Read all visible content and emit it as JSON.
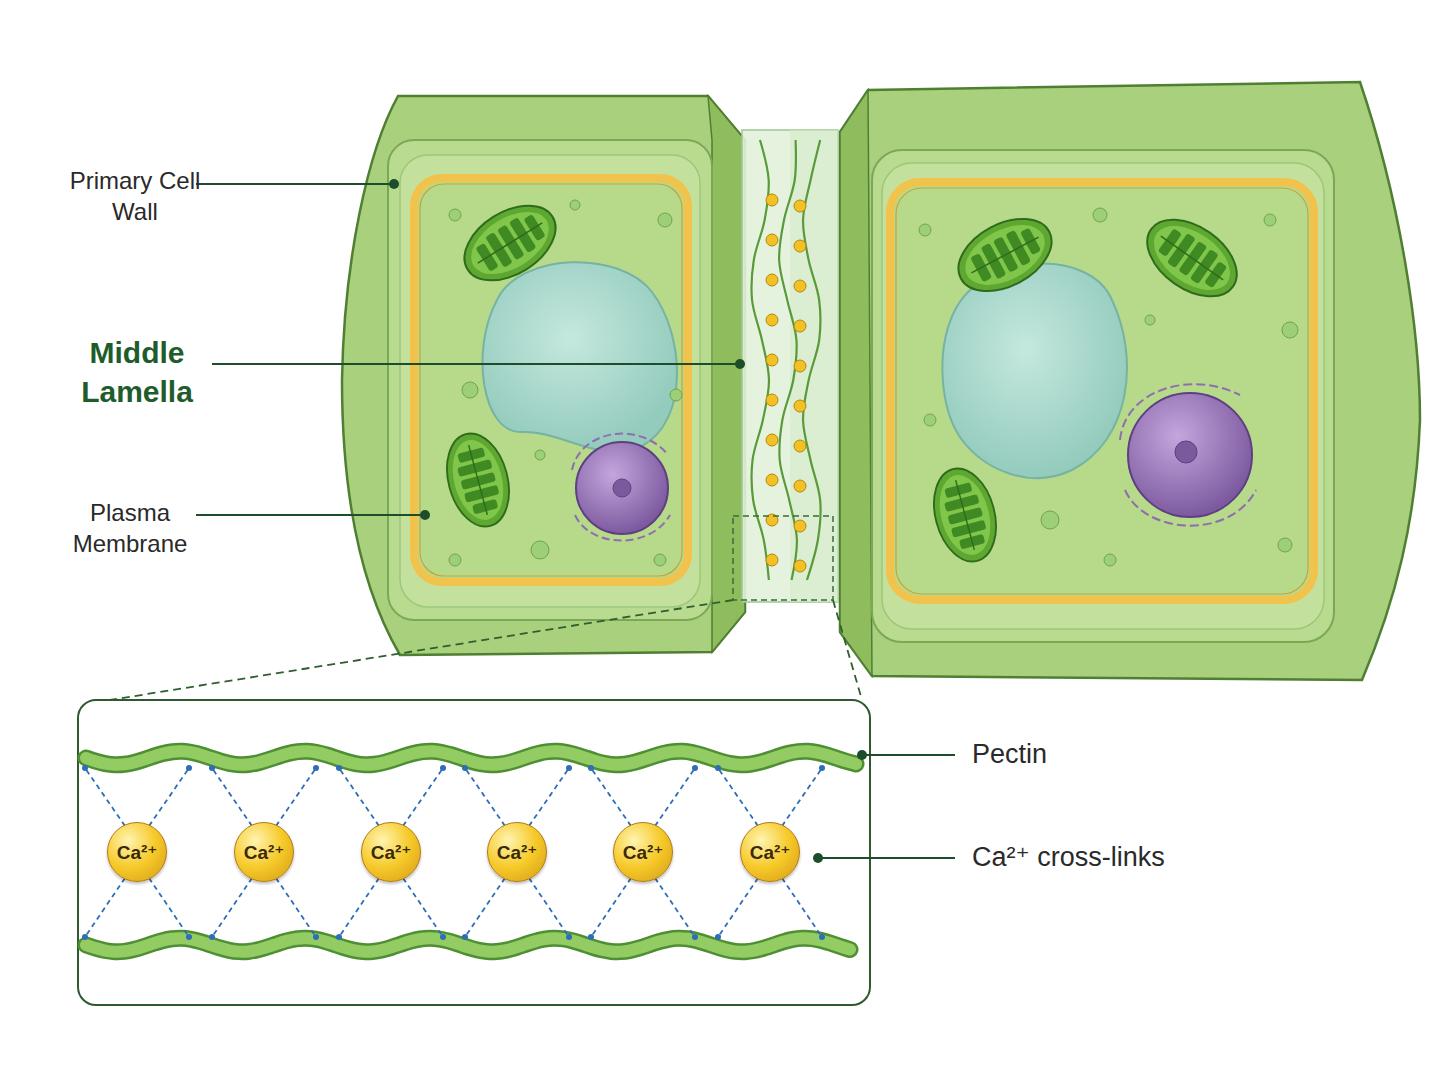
{
  "diagram": {
    "nodes": [
      {
        "text": [
          "Ca²⁺"
        ]
      },
      {
        "text": [
          "Ca²⁺"
        ]
      },
      {
        "text": [
          "Ca²⁺"
        ]
      },
      {
        "text": [
          "Ca²⁺"
        ]
      },
      {
        "text": [
          "Ca²⁺"
        ]
      },
      {
        "text": [
          "Ca²⁺"
        ]
      }
    ],
    "labels": [
      "Primary Cell Wall",
      "Middle Lamella",
      "Plasma Membrane",
      "Pectin",
      "Ca²⁺ cross-links"
    ]
  }
}
